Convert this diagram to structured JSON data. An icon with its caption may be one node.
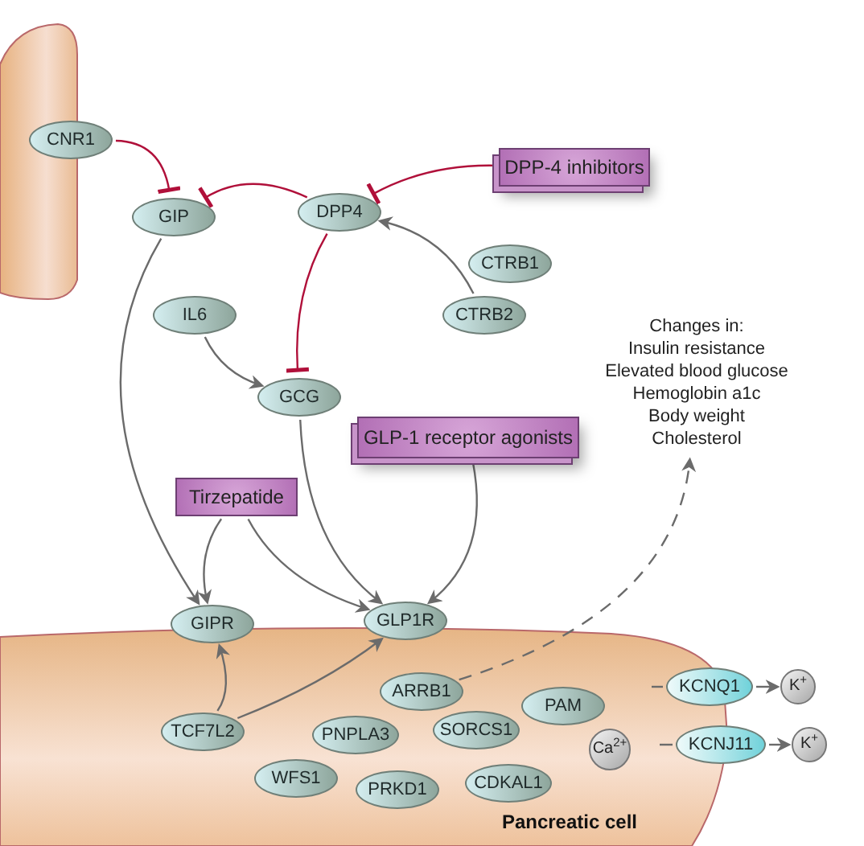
{
  "diagram": {
    "nodes": [
      {
        "text": [
          "CNR1"
        ]
      },
      {
        "text": [
          "GIP"
        ]
      },
      {
        "text": [
          "DPP4"
        ]
      },
      {
        "text": [
          "DPP-4 inhibitors"
        ]
      },
      {
        "text": [
          "CTRB1"
        ]
      },
      {
        "text": [
          "CTRB2"
        ]
      },
      {
        "text": [
          "IL6"
        ]
      },
      {
        "text": [
          "GCG"
        ]
      },
      {
        "text": [
          "GLP-1 receptor agonists"
        ]
      },
      {
        "text": [
          "Changes in:",
          "Insulin resistance",
          "Elevated blood glucose",
          "Hemoglobin a1c",
          "Body weight",
          "Cholesterol"
        ]
      },
      {
        "text": [
          "Tirzepatide"
        ]
      },
      {
        "text": [
          "Pancreatic cell"
        ]
      },
      {
        "text": [
          "GIPR"
        ]
      },
      {
        "text": [
          "GLP1R"
        ]
      },
      {
        "text": [
          "TCF7L2"
        ],
        "in": 11
      },
      {
        "text": [
          "ARRB1"
        ],
        "in": 11
      },
      {
        "text": [
          "PNPLA3"
        ],
        "in": 11
      },
      {
        "text": [
          "SORCS1"
        ],
        "in": 11
      },
      {
        "text": [
          "PAM"
        ],
        "in": 11
      },
      {
        "text": [
          "WFS1"
        ],
        "in": 11
      },
      {
        "text": [
          "PRKD1"
        ],
        "in": 11
      },
      {
        "text": [
          "CDKAL1"
        ],
        "in": 11
      },
      {
        "text": [
          "Ca$^{2+}$"
        ],
        "in": 11
      },
      {
        "text": [
          "KCNQ1"
        ]
      },
      {
        "text": [
          "KCNJ11"
        ]
      },
      {
        "text": [
          "K$^{+}$"
        ]
      },
      {
        "text": [
          "K$^{+}$"
        ]
      }
    ],
    "edges": [
      {
        "from": 0,
        "to": 1,
        "arrow": "other",
        "color": "#b0103a"
      },
      {
        "from": 2,
        "to": 1,
        "arrow": "other",
        "color": "#b0103a"
      },
      {
        "from": 3,
        "to": 2,
        "arrow": "other",
        "color": "#b0103a"
      },
      {
        "from": 5,
        "to": 2,
        "arrow": "to"
      },
      {
        "from": 2,
        "to": 7,
        "arrow": "other",
        "color": "#b0103a"
      },
      {
        "from": 6,
        "to": 7,
        "arrow": "to"
      },
      {
        "from": 1,
        "to": 12,
        "arrow": "to"
      },
      {
        "from": 7,
        "to": 13,
        "arrow": "to"
      },
      {
        "from": 8,
        "to": 13,
        "arrow": "to"
      },
      {
        "from": 10,
        "to": 12,
        "arrow": "to"
      },
      {
        "from": 10,
        "to": 13,
        "arrow": "to"
      },
      {
        "from": 14,
        "to": 12,
        "arrow": "to"
      },
      {
        "from": 14,
        "to": 13,
        "arrow": "to"
      },
      {
        "from": 15,
        "to": 9,
        "arrow": "to",
        "style": "dashed"
      },
      {
        "from": null,
        "to": 23,
        "arrow": "none"
      },
      {
        "from": null,
        "to": 24,
        "arrow": "none"
      },
      {
        "from": 23,
        "to": 25,
        "arrow": "to"
      },
      {
        "from": 24,
        "to": 26,
        "arrow": "to"
      }
    ]
  }
}
